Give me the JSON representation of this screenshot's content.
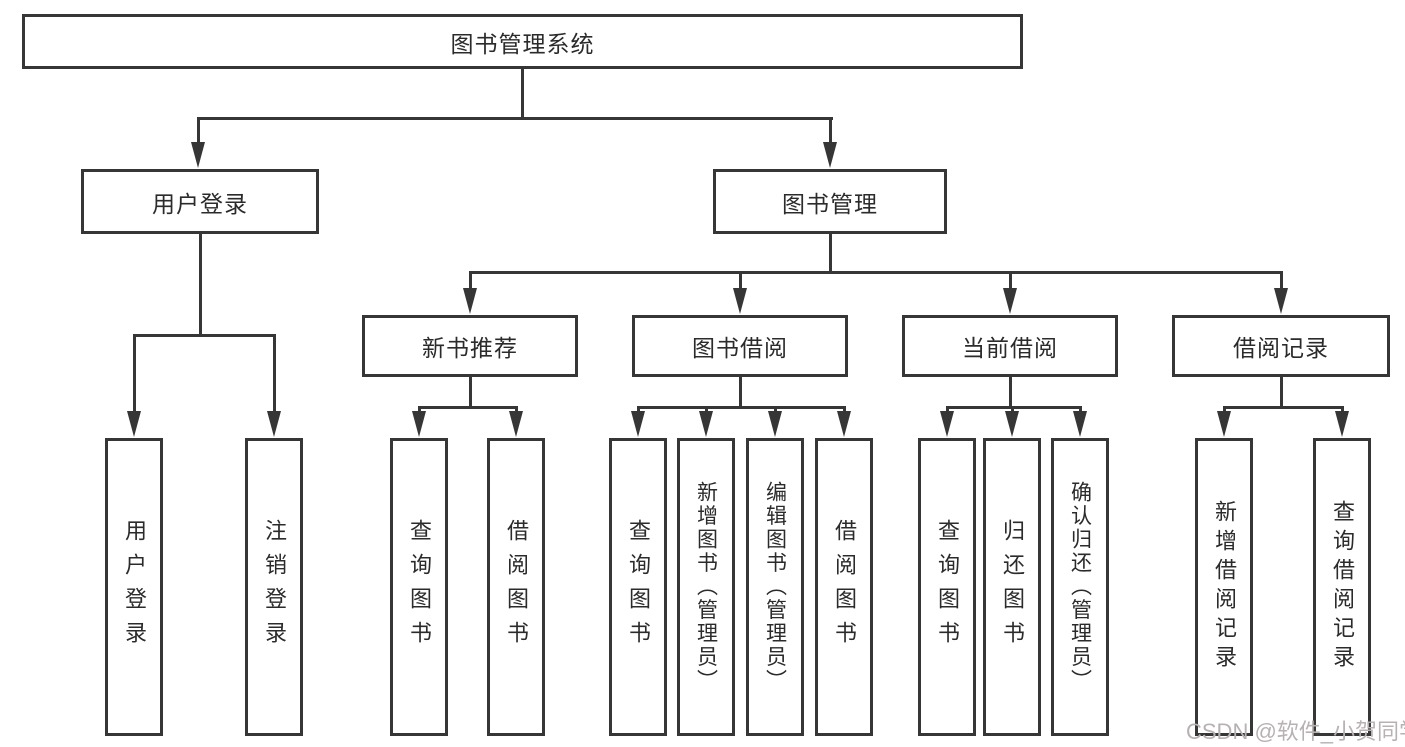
{
  "diagram": {
    "watermark": "CSDN @软件_小贺同学",
    "colors": {
      "line": "#363636",
      "box_background": "#ffffff",
      "text": "#2b2b2b",
      "watermark_text": "#b9b1b1"
    },
    "tree": {
      "root": {
        "label": "图书管理系统"
      },
      "children": [
        {
          "label": "用户登录",
          "children": [
            {
              "label": "用户登录"
            },
            {
              "label": "注销登录"
            }
          ]
        },
        {
          "label": "图书管理",
          "children": [
            {
              "label": "新书推荐",
              "children": [
                {
                  "label": "查询图书"
                },
                {
                  "label": "借阅图书"
                }
              ]
            },
            {
              "label": "图书借阅",
              "children": [
                {
                  "label": "查询图书"
                },
                {
                  "label": "新增图书（管理员）"
                },
                {
                  "label": "编辑图书（管理员）"
                },
                {
                  "label": "借阅图书"
                }
              ]
            },
            {
              "label": "当前借阅",
              "children": [
                {
                  "label": "查询图书"
                },
                {
                  "label": "归还图书"
                },
                {
                  "label": "确认归还（管理员）"
                }
              ]
            },
            {
              "label": "借阅记录",
              "children": [
                {
                  "label": "新增借阅记录"
                },
                {
                  "label": "查询借阅记录"
                }
              ]
            }
          ]
        }
      ]
    }
  }
}
